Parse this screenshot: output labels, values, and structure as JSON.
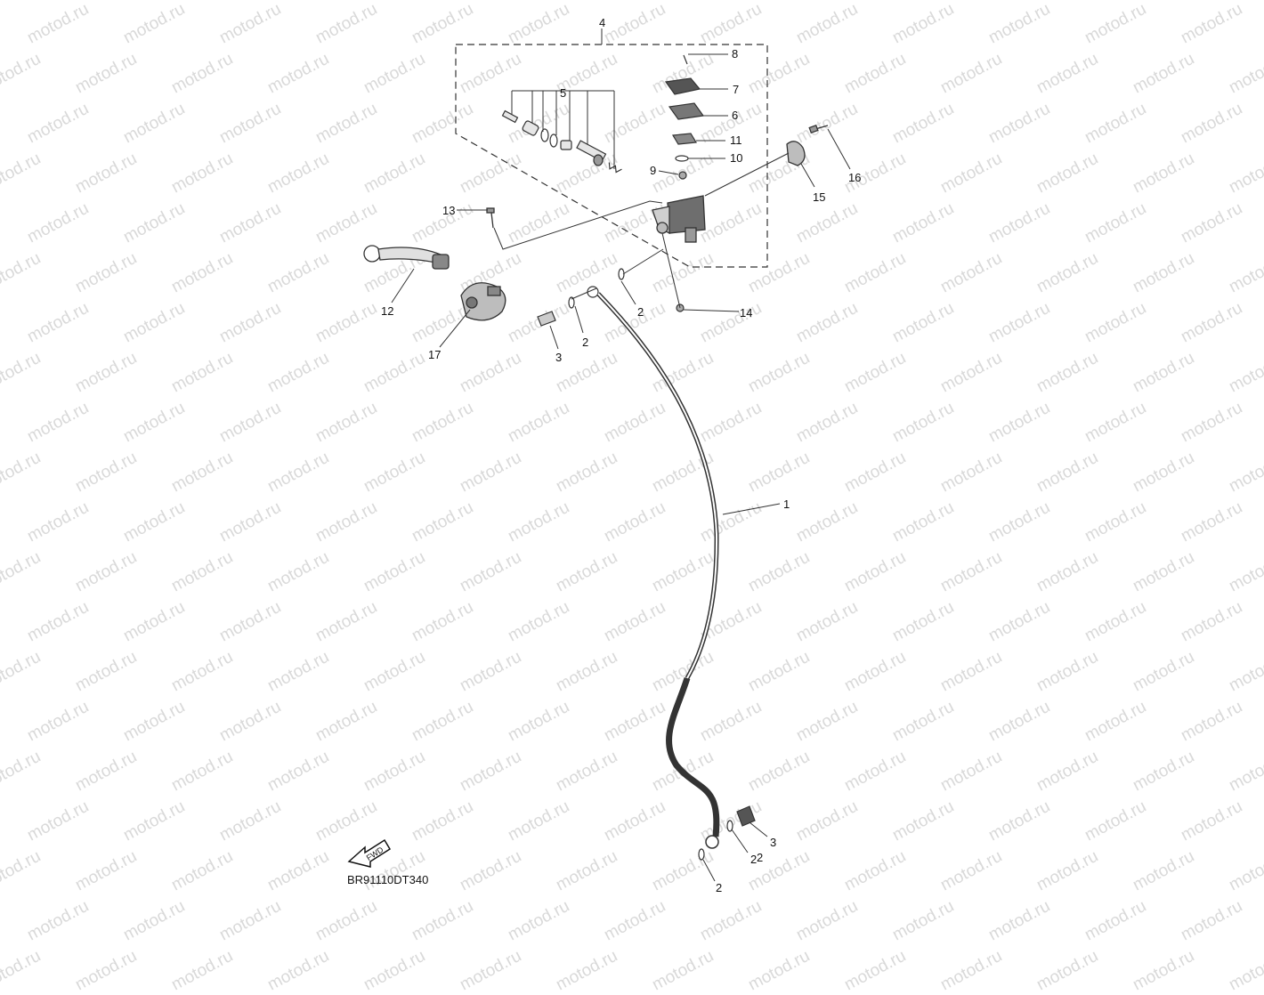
{
  "watermark": "motod.ru",
  "diagram_code": "BR91110DT340",
  "front_arrow_label": "FWD",
  "callouts": [
    "1",
    "2",
    "2",
    "2",
    "2",
    "2",
    "3",
    "3",
    "4",
    "5",
    "6",
    "7",
    "8",
    "9",
    "10",
    "11",
    "12",
    "13",
    "14",
    "15",
    "16",
    "17"
  ],
  "parts": {
    "hose": "1",
    "washer": "2",
    "union-bolt": "3",
    "master-cylinder-assy": "4",
    "piston-kit": "5",
    "reservoir-diaphragm": "6",
    "reservoir-cap": "7",
    "cap-screw": "8",
    "bolt-9": "9",
    "o-ring-10": "10",
    "plate-11": "11",
    "lever": "12",
    "lever-pivot": "13",
    "nut-14": "14",
    "holder": "15",
    "holder-bolt": "16",
    "switch-17": "17"
  }
}
